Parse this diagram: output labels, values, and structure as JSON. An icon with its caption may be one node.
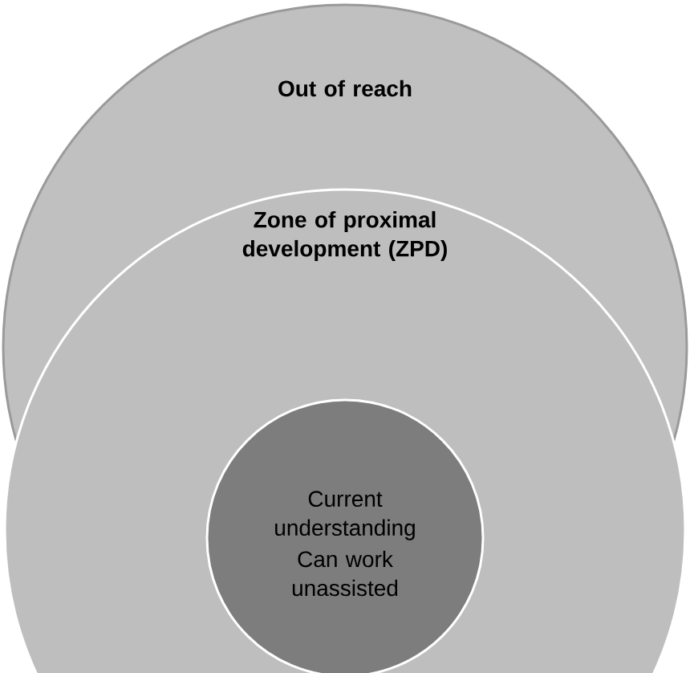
{
  "diagram": {
    "nodes": [
      {
        "text": [
          "Out of reach"
        ]
      },
      {
        "text": [
          "Zone of proximal development (ZPD)"
        ]
      },
      {
        "text": [
          "Current understanding",
          "Can work unassisted"
        ]
      }
    ]
  }
}
